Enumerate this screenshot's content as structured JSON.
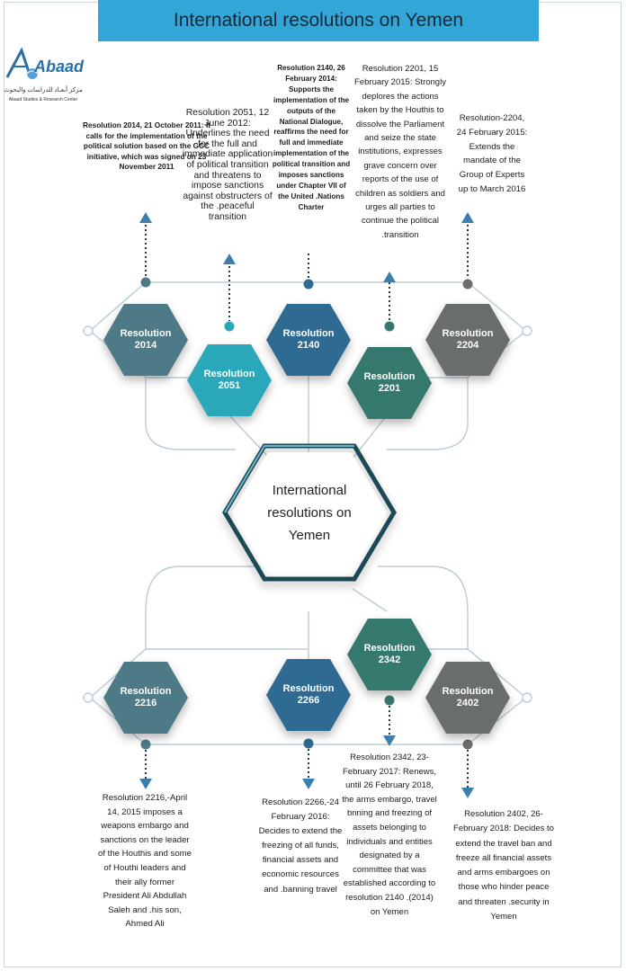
{
  "title": "International resolutions on Yemen",
  "logo": {
    "name": "Abaad",
    "arabic": "مركز أبعـاد للدراسات والبحوث",
    "english": "Abaad Studies & Research Center"
  },
  "center": "International resolutions on Yemen",
  "colors": {
    "banner": "#33a6d8",
    "hex_2014": "#4e7a86",
    "hex_2051": "#2aa7b8",
    "hex_2140": "#2e6a92",
    "hex_2201": "#36786e",
    "hex_2204": "#6b6d6e",
    "hex_2216": "#4e7a86",
    "hex_2266": "#2e6a92",
    "hex_2342": "#36786e",
    "hex_2402": "#6b6d6e"
  },
  "resolutions": {
    "r2014": {
      "label": "Resolution 2014",
      "text": "Resolution 2014, 21 October 2011: It calls for the implementation of the political solution based on the GCC initiative, which was signed on 23 November 2011"
    },
    "r2051": {
      "label": "Resolution 2051",
      "text": "Resolution 2051, 12 June 2012: Underlines the need for the full and immediate application of political transition and threatens to impose sanctions against obstructers of the .peaceful transition"
    },
    "r2140": {
      "label": "Resolution 2140",
      "text": "Resolution 2140, 26 February 2014: Supports the implementation of the outputs of the National Dialogue, reaffirms the need for full and immediate implementation of the political transition and imposes sanctions under Chapter VII of the United .Nations Charter"
    },
    "r2201": {
      "label": "Resolution 2201",
      "text": "Resolution 2201, 15 February 2015: Strongly deplores the actions taken by the Houthis to dissolve the Parliament and seize the state institutions, expresses grave concern over reports of the use of children as soldiers and urges all parties to continue the political .transition"
    },
    "r2204": {
      "label": "Resolution 2204",
      "text": "Resolution-2204, 24 February 2015: Extends the mandate of the Group of Experts up to March 2016"
    },
    "r2216": {
      "label": "Resolution 2216",
      "text": "Resolution 2216,-April 14, 2015 imposes a weapons embargo and sanctions on the leader of the Houthis and some of Houthi leaders and their ally former President Ali Abdullah Saleh and .his son, Ahmed Ali"
    },
    "r2266": {
      "label": "Resolution 2266",
      "text": "Resolution 2266,-24 February 2016: Decides to extend the freezing of all funds, financial assets and economic resources and .banning travel"
    },
    "r2342": {
      "label": "Resolution 2342",
      "text": "Resolution 2342, 23-February 2017: Renews, until 26 February 2018, the arms embargo, travel bnning and freezing of assets belonging to individuals and entities designated by a committee that was established according to resolution 2140 .(2014) on Yemen"
    },
    "r2402": {
      "label": "Resolution 2402",
      "text": "Resolution 2402, 26-February 2018: Decides to extend the travel ban and freeze all financial assets and arms embargoes on those who hinder peace and threaten .security in Yemen"
    }
  }
}
